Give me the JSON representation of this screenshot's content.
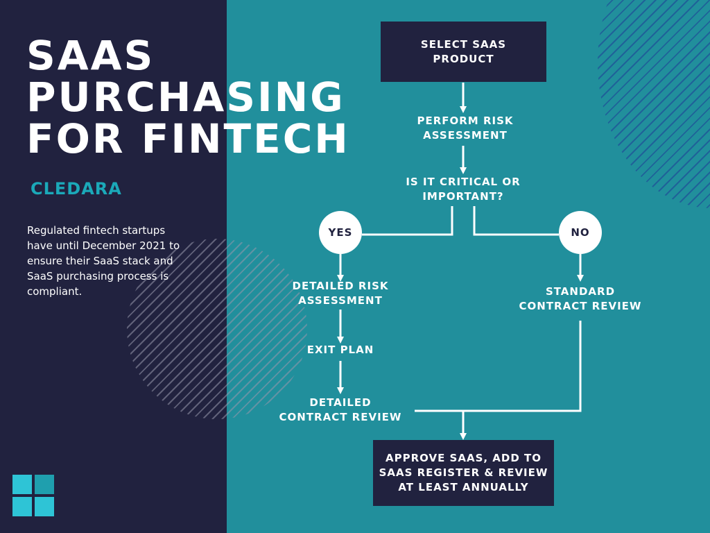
{
  "title_lines": [
    "SAAS",
    "PURCHASING",
    "FOR FINTECH"
  ],
  "brand": "CLEDARA",
  "description": "Regulated fintech startups have until December 2021 to ensure their SaaS stack and SaaS purchasing process is compliant.",
  "flow": {
    "select": "SELECT SAAS\nPRODUCT",
    "risk": "PERFORM RISK\nASSESSMENT",
    "question": "IS IT CRITICAL OR\nIMPORTANT?",
    "yes": "YES",
    "no": "NO",
    "detailed_risk": "DETAILED RISK\nASSESSMENT",
    "exit_plan": "EXIT PLAN",
    "detailed_contract": "DETAILED\nCONTRACT REVIEW",
    "standard_contract": "STANDARD\nCONTRACT REVIEW",
    "approve": "APPROVE SAAS, ADD TO\nSAAS REGISTER & REVIEW\nAT LEAST ANNUALLY"
  },
  "colors": {
    "navy": "#21223f",
    "teal": "#218f9c",
    "accent": "#1ba9b9",
    "white": "#ffffff"
  },
  "icons": [
    "cledara-logo-icon"
  ]
}
